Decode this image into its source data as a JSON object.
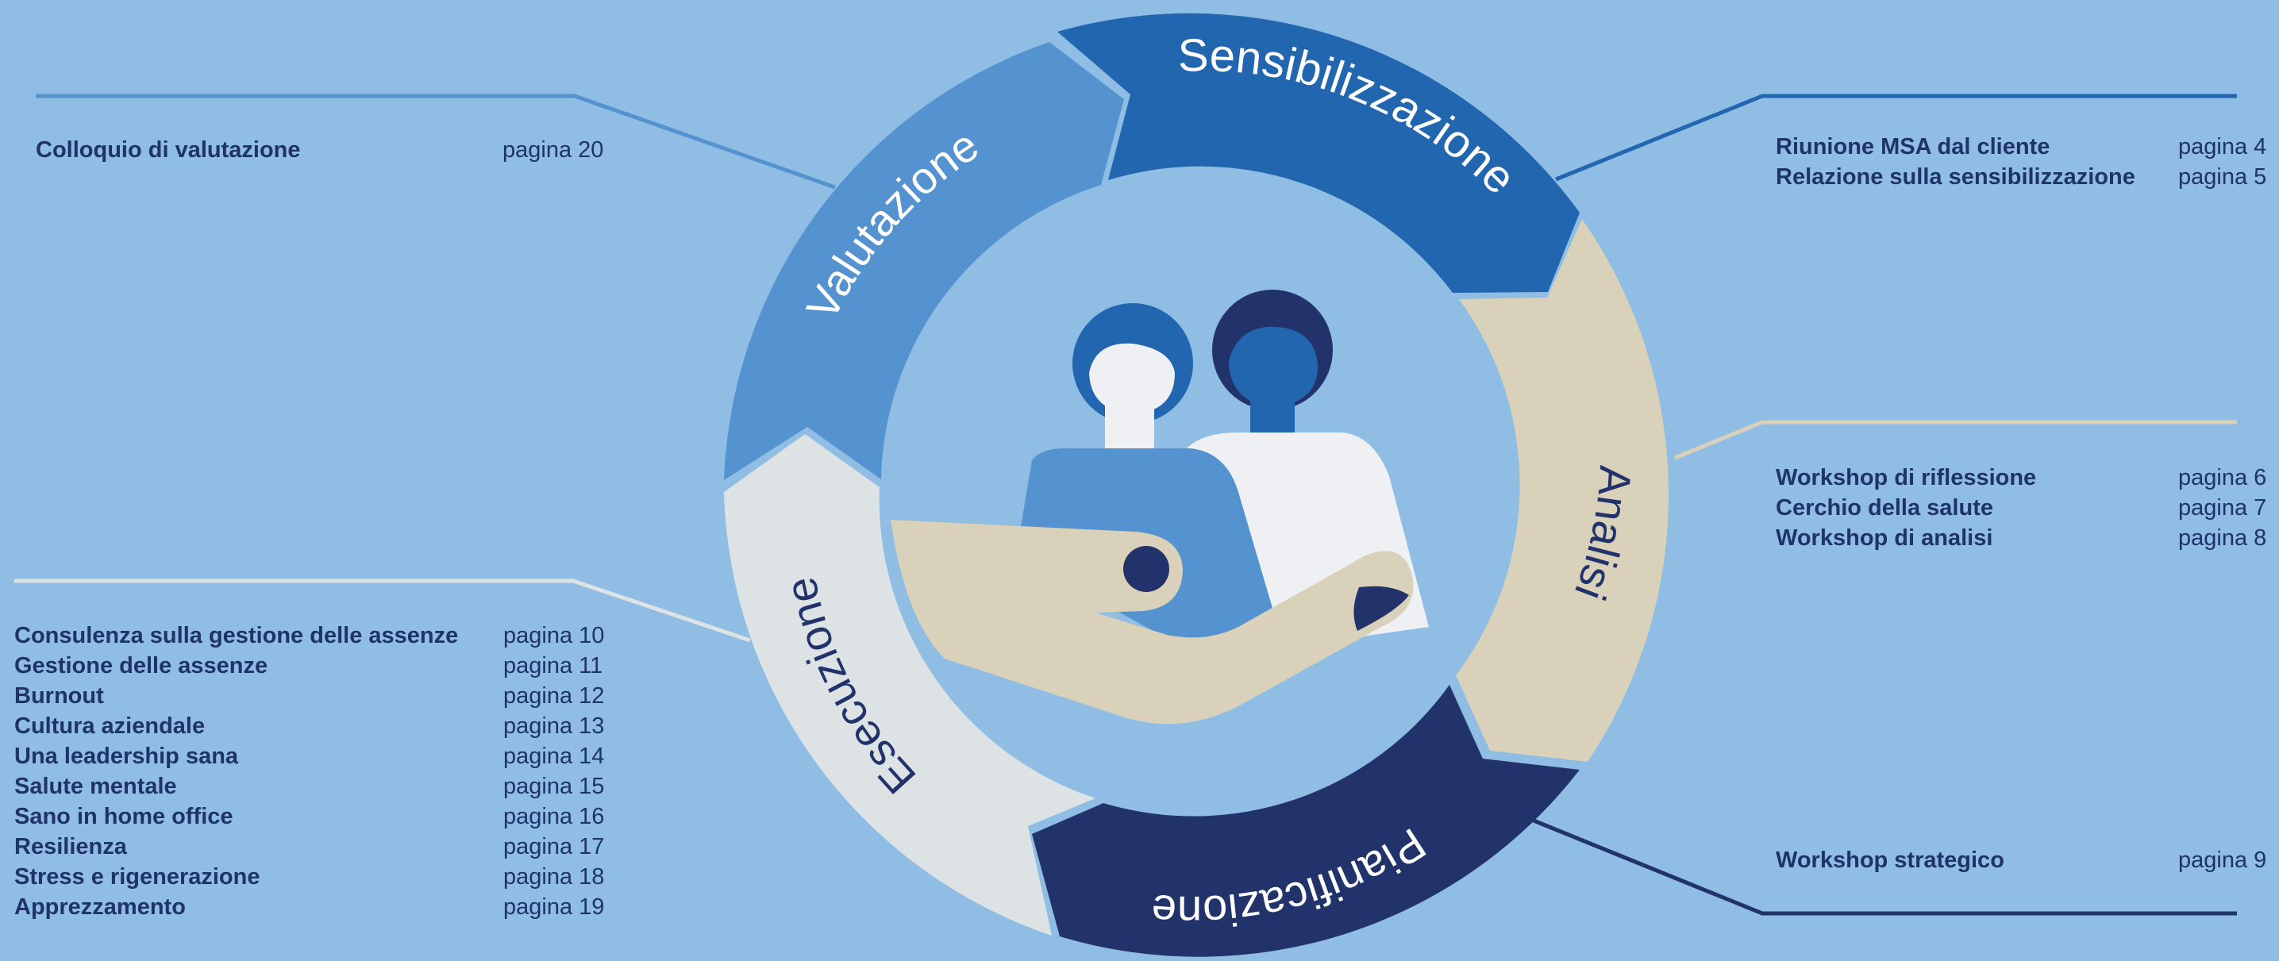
{
  "colors": {
    "background": "#8fbde3",
    "sensibilizzazione": "#2166ae",
    "analisi": "#d9d1ba",
    "pianificazione": "#22336b",
    "esecuzione": "#dde3e4",
    "valutazione": "#5493d0",
    "text_dark": "#1f3369",
    "text_light": "#ffffff"
  },
  "cycle": {
    "segments": [
      {
        "label": "Sensibilizzazione"
      },
      {
        "label": "Analisi"
      },
      {
        "label": "Pianificazione"
      },
      {
        "label": "Esecuzione"
      },
      {
        "label": "Valutazione"
      }
    ],
    "center_icon": "two-people-with-caring-hand-icon"
  },
  "groups": {
    "valutazione": {
      "items": [
        {
          "label": "Colloquio di valutazione",
          "page": "pagina 20"
        }
      ]
    },
    "sensibilizzazione": {
      "items": [
        {
          "label": "Riunione MSA dal cliente",
          "page": "pagina 4"
        },
        {
          "label": "Relazione sulla sensibilizzazione",
          "page": "pagina 5"
        }
      ]
    },
    "analisi": {
      "items": [
        {
          "label": "Workshop di riflessione",
          "page": "pagina 6"
        },
        {
          "label": "Cerchio della salute",
          "page": "pagina 7"
        },
        {
          "label": "Workshop di analisi",
          "page": "pagina 8"
        }
      ]
    },
    "pianificazione": {
      "items": [
        {
          "label": "Workshop strategico",
          "page": "pagina 9"
        }
      ]
    },
    "esecuzione": {
      "items": [
        {
          "label": "Consulenza sulla gestione delle assenze",
          "page": "pagina 10"
        },
        {
          "label": "Gestione delle assenze",
          "page": "pagina 11"
        },
        {
          "label": "Burnout",
          "page": "pagina 12"
        },
        {
          "label": "Cultura aziendale",
          "page": "pagina 13"
        },
        {
          "label": "Una leadership sana",
          "page": "pagina 14"
        },
        {
          "label": "Salute mentale",
          "page": "pagina 15"
        },
        {
          "label": "Sano in home office",
          "page": "pagina 16"
        },
        {
          "label": "Resilienza",
          "page": "pagina 17"
        },
        {
          "label": "Stress e rigenerazione",
          "page": "pagina 18"
        },
        {
          "label": "Apprezzamento",
          "page": "pagina 19"
        }
      ]
    }
  }
}
